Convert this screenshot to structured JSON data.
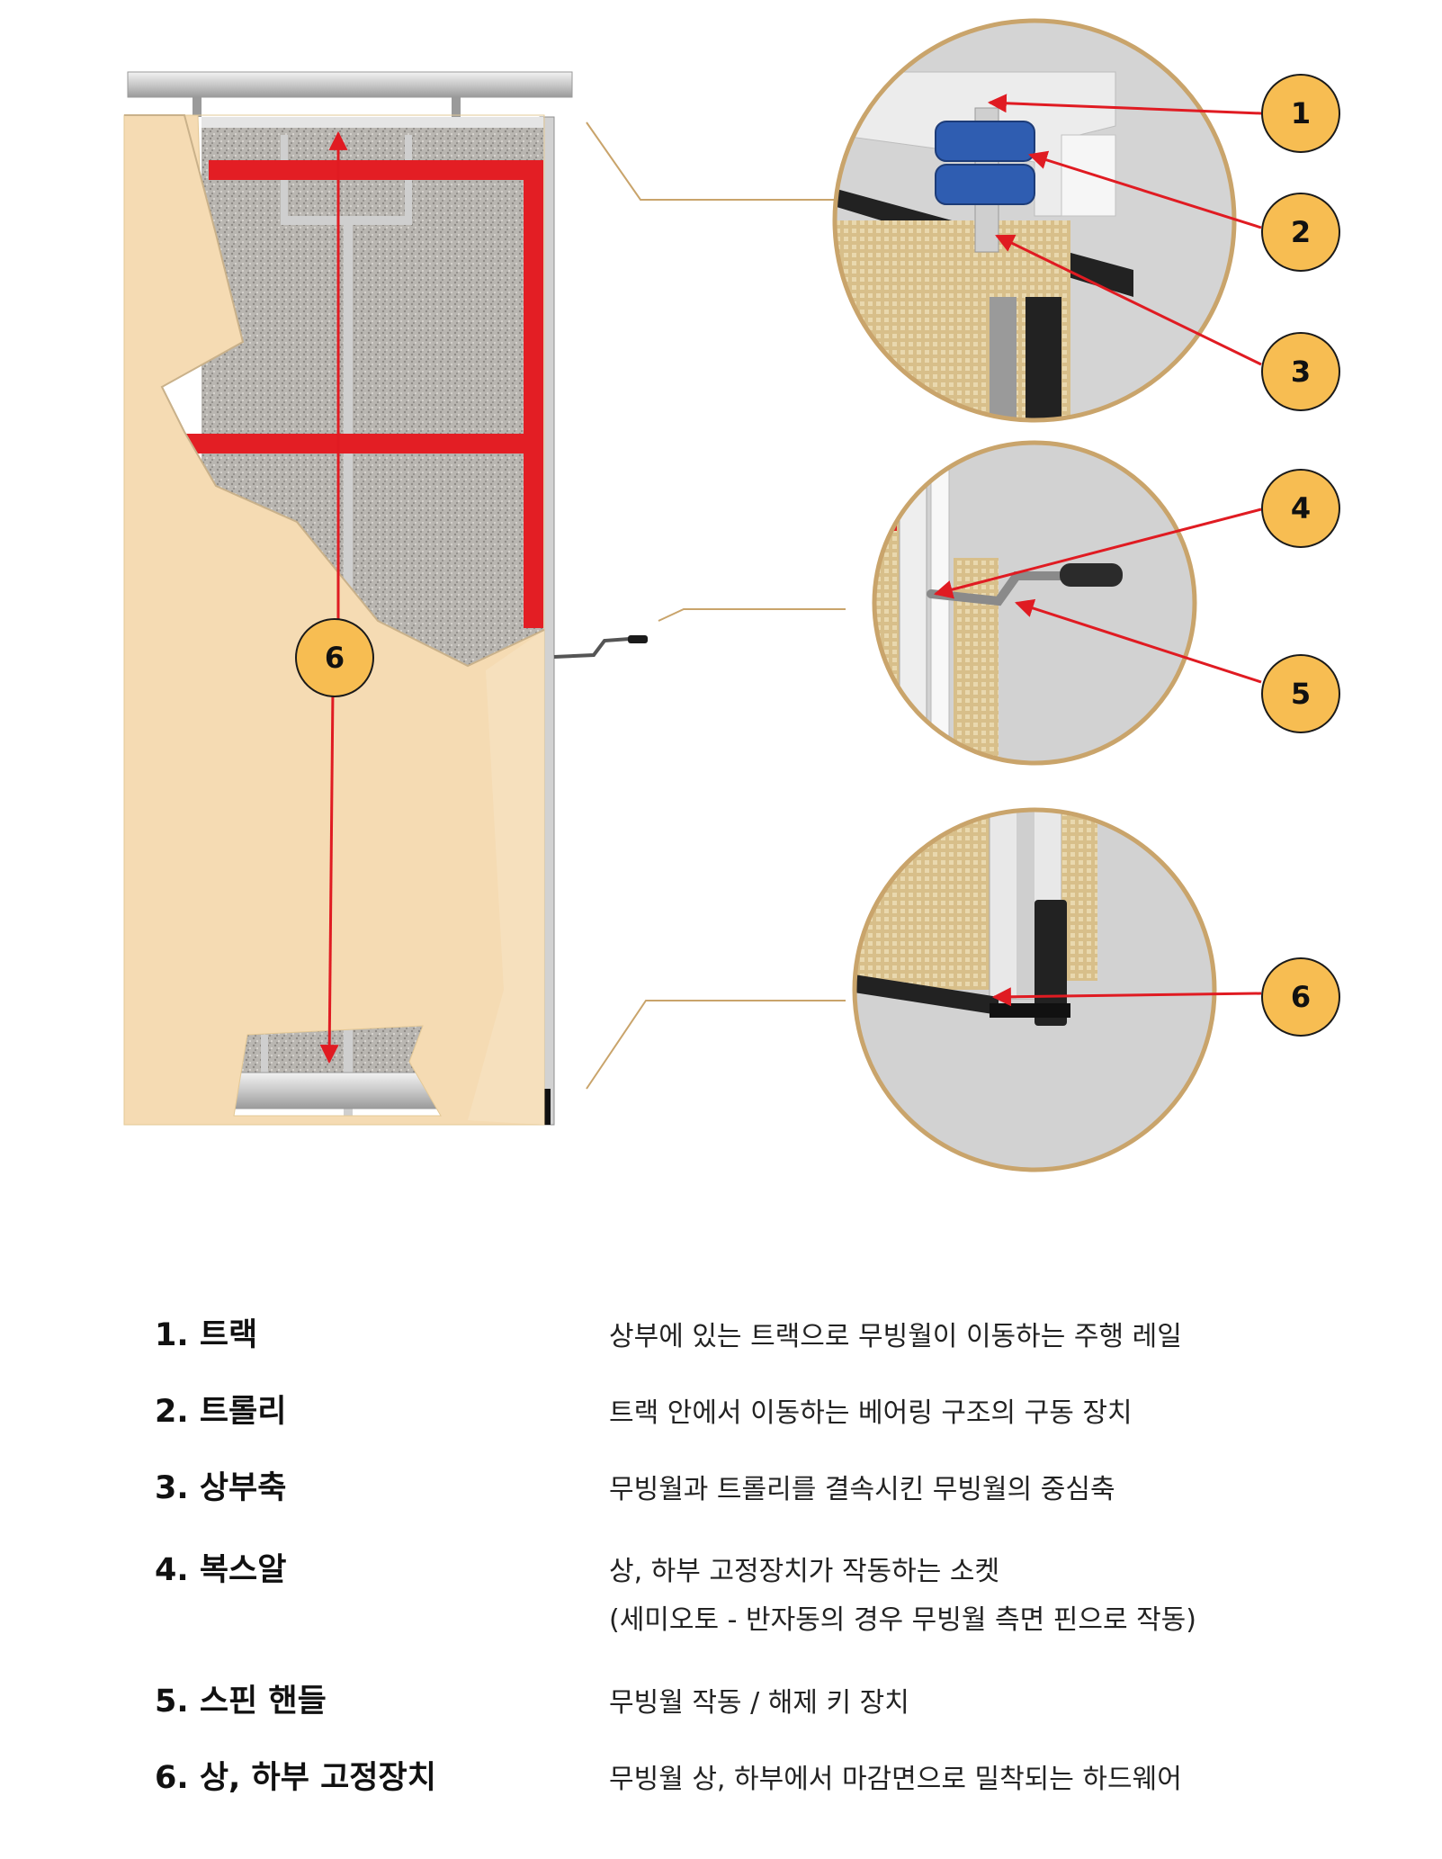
{
  "callouts": [
    {
      "number": "1"
    },
    {
      "number": "2"
    },
    {
      "number": "3"
    },
    {
      "number": "4"
    },
    {
      "number": "5"
    },
    {
      "number": "6"
    },
    {
      "number": "6"
    }
  ],
  "legend": [
    {
      "name": "1. 트랙",
      "desc": [
        "상부에 있는 트랙으로 무빙월이 이동하는 주행 레일"
      ]
    },
    {
      "name": "2. 트롤리",
      "desc": [
        "트랙 안에서 이동하는 베어링 구조의 구동 장치"
      ]
    },
    {
      "name": "3. 상부축",
      "desc": [
        "무빙월과 트롤리를 결속시킨 무빙월의 중심축"
      ]
    },
    {
      "name": "4. 복스알",
      "desc": [
        "상, 하부 고정장치가 작동하는 소켓",
        "(세미오토 - 반자동의 경우 무빙월 측면 핀으로 작동)"
      ]
    },
    {
      "name": "5. 스핀 핸들",
      "desc": [
        "무빙월 작동 / 해제 키 장치"
      ]
    },
    {
      "name": "6. 상, 하부 고정장치",
      "desc": [
        "무빙월 상, 하부에서 마감면으로 밀착되는 하드웨어"
      ]
    }
  ],
  "colors": {
    "badge_fill": "#f7bd52",
    "badge_stroke": "#1a1a1a",
    "arrow": "#e01b22",
    "frame_red": "#e31e24",
    "panel": "#f5dbb3",
    "ring": "#c9a46b"
  }
}
